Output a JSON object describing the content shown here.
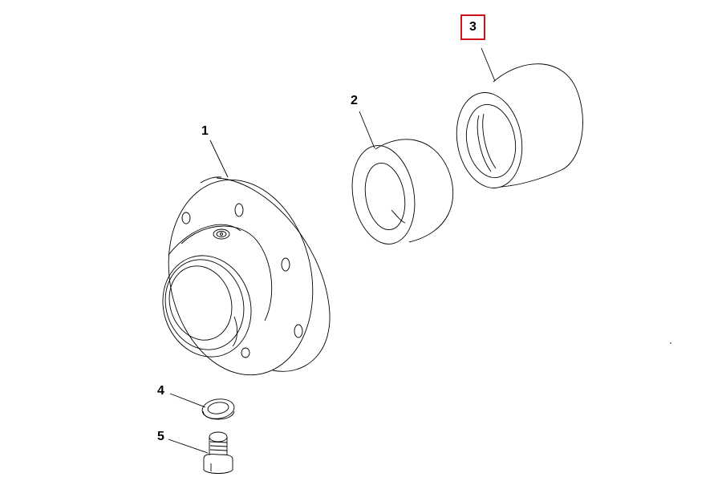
{
  "diagram": {
    "parts": [
      {
        "id": "1",
        "label": "1",
        "name": "flange-hub-housing"
      },
      {
        "id": "2",
        "label": "2",
        "name": "bushing-ring"
      },
      {
        "id": "3",
        "label": "3",
        "name": "sleeve-bearing",
        "selected": true
      },
      {
        "id": "4",
        "label": "4",
        "name": "washer"
      },
      {
        "id": "5",
        "label": "5",
        "name": "set-screw"
      }
    ],
    "highlight_color": "#d0141c"
  }
}
